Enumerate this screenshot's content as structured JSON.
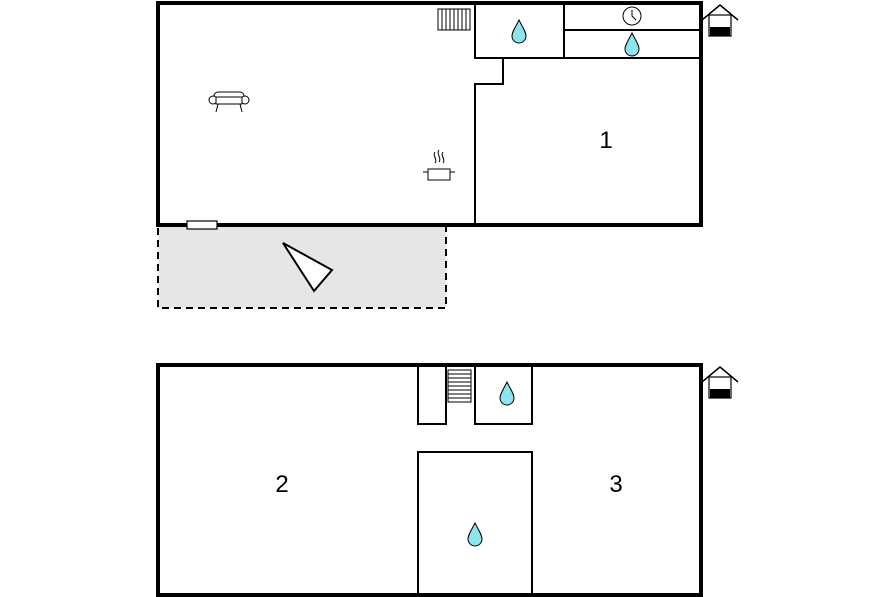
{
  "floor_plan": {
    "ground_floor": {
      "rooms": [
        {
          "id": "bedroom-1",
          "label": "1"
        }
      ],
      "icons": [
        "sofa-icon",
        "stove-icon",
        "staircase-icon",
        "water-drop-icon",
        "water-drop-icon",
        "clock-icon",
        "house-entry-icon",
        "terrace-sun-icon",
        "door-icon"
      ]
    },
    "upper_floor": {
      "rooms": [
        {
          "id": "bedroom-2",
          "label": "2"
        },
        {
          "id": "bedroom-3",
          "label": "3"
        }
      ],
      "icons": [
        "staircase-icon",
        "water-drop-icon",
        "water-drop-icon",
        "house-entry-icon"
      ]
    },
    "colors": {
      "wall": "#000000",
      "water": "#8fe3ec",
      "terrace": "#e6e6e6"
    }
  }
}
